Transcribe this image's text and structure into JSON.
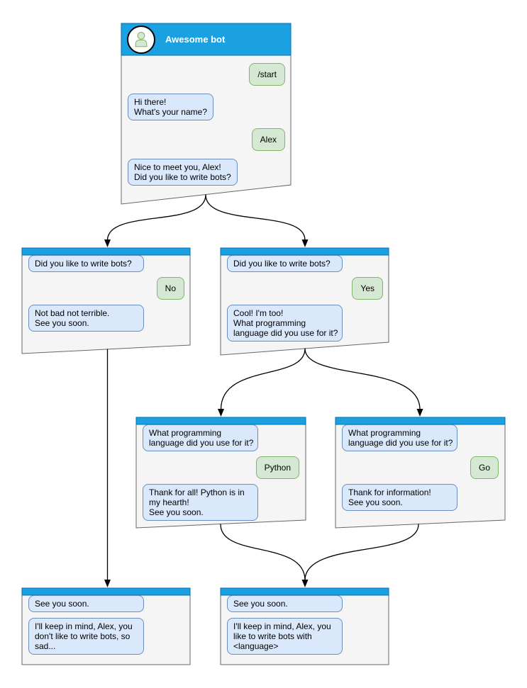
{
  "colors": {
    "header_fill": "#1ba1e2",
    "header_stroke": "#006eaf",
    "window_fill": "#f5f5f5",
    "window_stroke": "#666666",
    "bot_bubble_fill": "#dae8fc",
    "bot_bubble_stroke": "#6c8ebf",
    "user_bubble_fill": "#d5e8d4",
    "user_bubble_stroke": "#82b366",
    "connector_stroke": "#000000"
  },
  "windows": [
    {
      "id": "awesome-bot",
      "title": "Awesome bot",
      "messages": [
        {
          "from": "user",
          "text": "/start"
        },
        {
          "from": "bot",
          "text": "Hi there!\nWhat's your name?"
        },
        {
          "from": "user",
          "text": "Alex"
        },
        {
          "from": "bot",
          "text": "Nice to meet you, Alex!\nDid you like to write bots?"
        }
      ]
    },
    {
      "id": "branch-no",
      "messages": [
        {
          "from": "bot",
          "text": "Did you like to write bots?"
        },
        {
          "from": "user",
          "text": "No"
        },
        {
          "from": "bot",
          "text": "Not bad not terrible.\nSee you soon."
        }
      ]
    },
    {
      "id": "branch-yes",
      "messages": [
        {
          "from": "bot",
          "text": "Did you like to write bots?"
        },
        {
          "from": "user",
          "text": "Yes"
        },
        {
          "from": "bot",
          "text": "Cool! I'm too!\nWhat programming\nlanguage did you use for it?"
        }
      ]
    },
    {
      "id": "branch-python",
      "messages": [
        {
          "from": "bot",
          "text": "What programming\nlanguage did you use for it?"
        },
        {
          "from": "user",
          "text": "Python"
        },
        {
          "from": "bot",
          "text": "Thank for all! Python is in\nmy hearth!\nSee you soon."
        }
      ]
    },
    {
      "id": "branch-go",
      "messages": [
        {
          "from": "bot",
          "text": "What programming\nlanguage did you use for it?"
        },
        {
          "from": "user",
          "text": "Go"
        },
        {
          "from": "bot",
          "text": "Thank for information!\nSee you soon."
        }
      ]
    },
    {
      "id": "final-no",
      "messages": [
        {
          "from": "bot",
          "text": "See you soon."
        },
        {
          "from": "bot",
          "text": "I'll keep in mind, Alex, you\ndon't like to write bots, so\nsad..."
        }
      ]
    },
    {
      "id": "final-language",
      "messages": [
        {
          "from": "bot",
          "text": "See you soon."
        },
        {
          "from": "bot",
          "text": "I'll keep in mind, Alex, you\nlike to write bots with\n<language>"
        }
      ]
    }
  ],
  "edges": [
    {
      "from": "awesome-bot",
      "to": "branch-no"
    },
    {
      "from": "awesome-bot",
      "to": "branch-yes"
    },
    {
      "from": "branch-yes",
      "to": "branch-python"
    },
    {
      "from": "branch-yes",
      "to": "branch-go"
    },
    {
      "from": "branch-no",
      "to": "final-no"
    },
    {
      "from": "branch-python",
      "to": "final-language"
    },
    {
      "from": "branch-go",
      "to": "final-language"
    }
  ]
}
